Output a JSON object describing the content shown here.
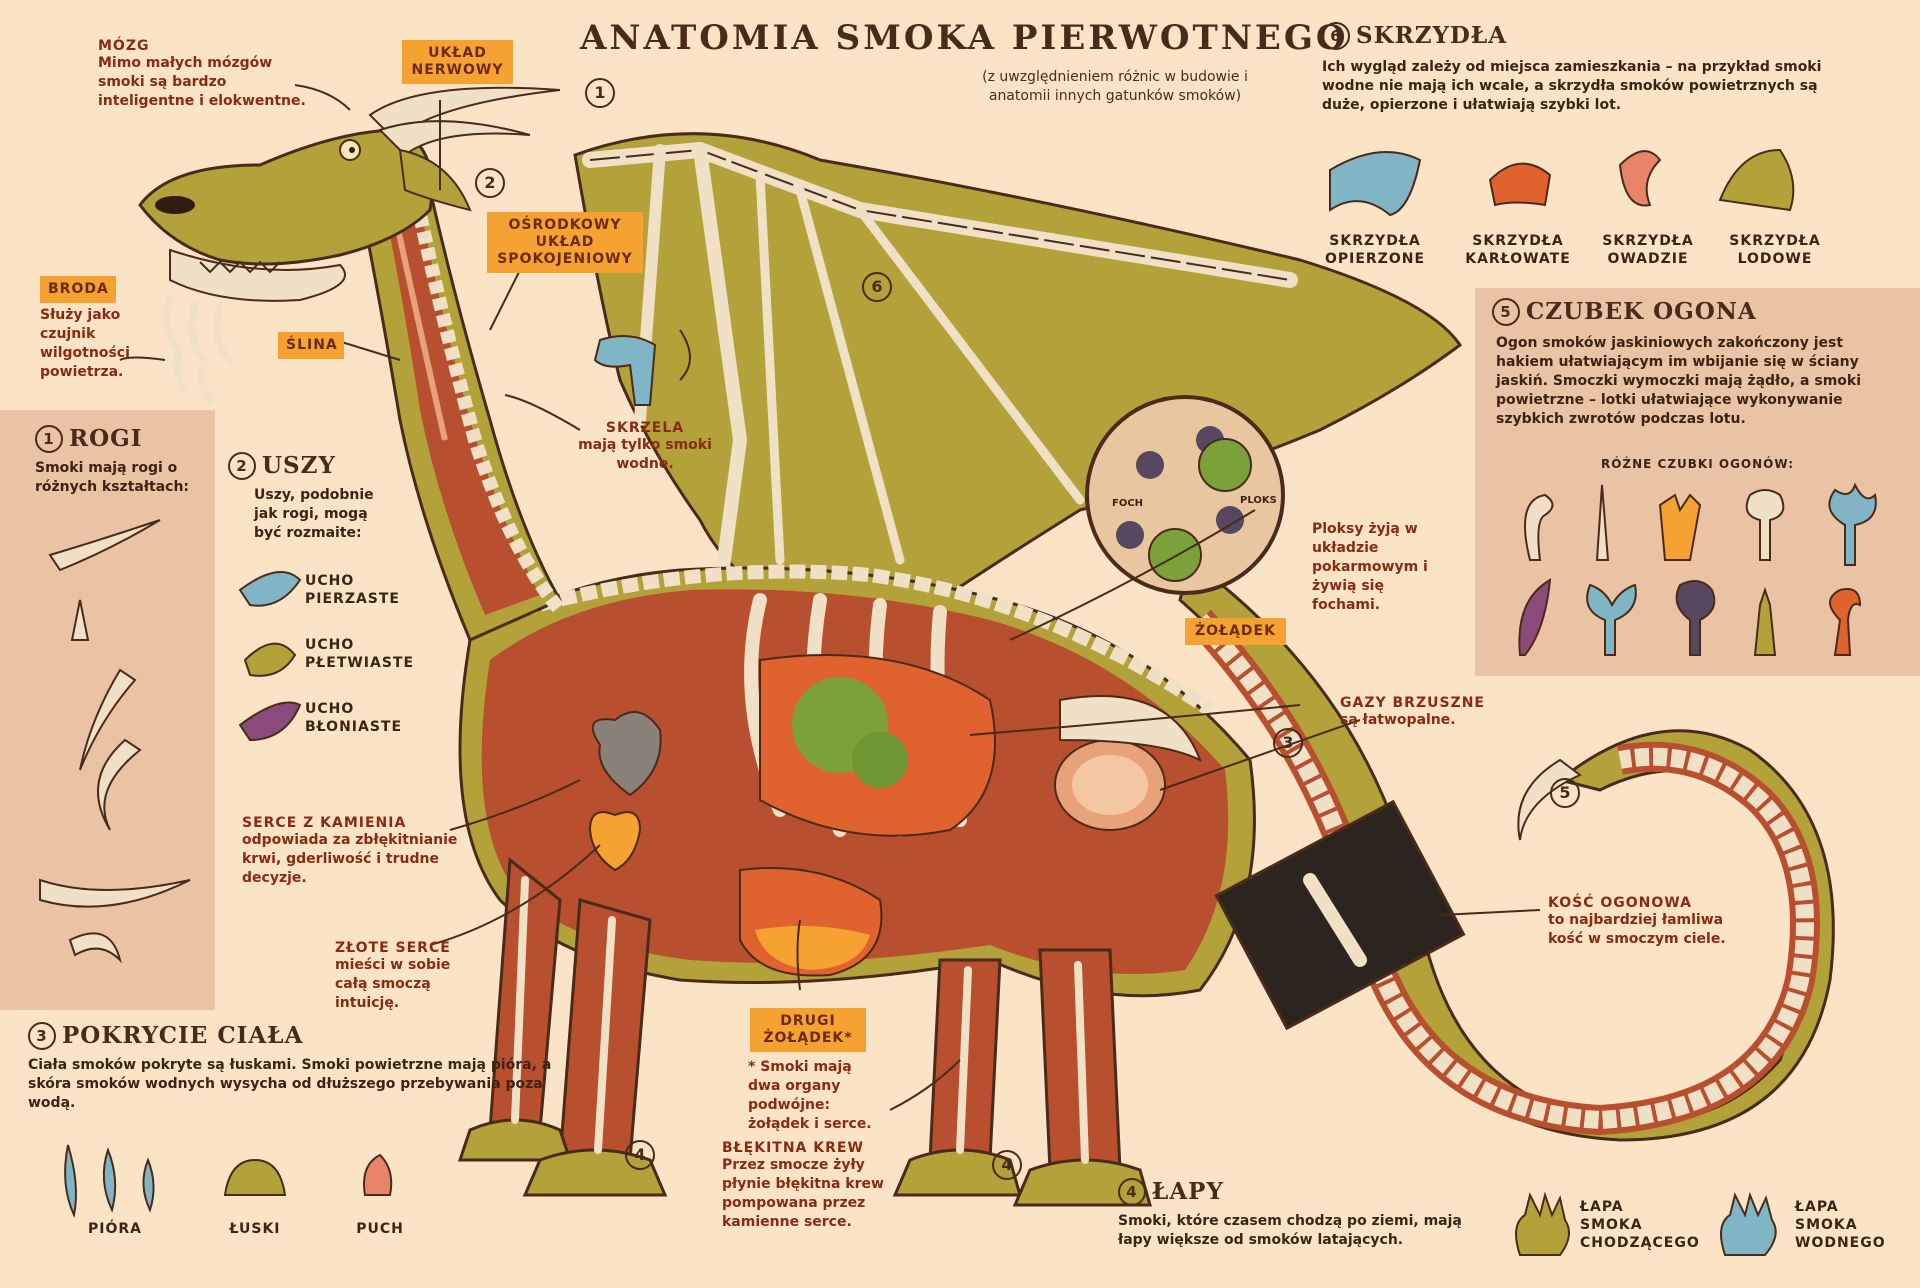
{
  "title": "ANATOMIA SMOKA PIERWOTNEGO",
  "subtitle": "(z uwzględnieniem różnic w budowie i anatomii innych gatunków smoków)",
  "mozg": {
    "head": "MÓZG",
    "text": "Mimo małych mózgów smoki są bardzo inteligentne i elokwentne."
  },
  "uklad_nerwowy": "UKŁAD NERWOWY",
  "osrodkowy": "OŚRODKOWY UKŁAD SPOKOJENIOWY",
  "broda": {
    "tag": "BRODA",
    "text": "Służy jako czujnik wilgotności powietrza."
  },
  "slina": "ŚLINA",
  "skrzela": {
    "head": "SKRZELA",
    "text": "mają tylko smoki wodne."
  },
  "markers": [
    "1",
    "2",
    "3",
    "4",
    "4",
    "5",
    "6"
  ],
  "rogi": {
    "num": "1",
    "head": "ROGI",
    "text": "Smoki mają rogi o różnych kształtach:"
  },
  "uszy": {
    "num": "2",
    "head": "USZY",
    "text": "Uszy, podobnie jak rogi, mogą być rozmaite:",
    "items": [
      "UCHO PIERZASTE",
      "UCHO PŁETWIASTE",
      "UCHO BŁONIASTE"
    ]
  },
  "serce_kamien": {
    "head": "SERCE Z KAMIENIA",
    "text": "odpowiada za zbłękitnianie krwi, gderliwość i trudne decyzje."
  },
  "zlote_serce": {
    "head": "ZŁOTE SERCE",
    "text": "mieści w sobie całą smoczą intuicję."
  },
  "pokrycie": {
    "num": "3",
    "head": "POKRYCIE CIAŁA",
    "text": "Ciała smoków pokryte są łuskami. Smoki powietrzne mają pióra, a skóra smoków wodnych wysycha od dłuższego przebywania poza wodą.",
    "items": [
      "PIÓRA",
      "ŁUSKI",
      "PUCH"
    ]
  },
  "drugi_zoladek": {
    "tag": "DRUGI ŻOŁĄDEK*",
    "text": "* Smoki mają dwa organy podwójne: żołądek i serce."
  },
  "blekitna_krew": {
    "head": "BŁĘKITNA KREW",
    "text": "Przez smocze żyły płynie błękitna krew pompowana przez kamienne serce."
  },
  "lapy": {
    "num": "4",
    "head": "ŁAPY",
    "text": "Smoki, które czasem chodzą po ziemi, mają łapy większe od smoków latających.",
    "items": [
      "ŁAPA SMOKA CHODZĄCEGO",
      "ŁAPA SMOKA WODNEGO"
    ]
  },
  "skrzydla": {
    "num": "6",
    "head": "SKRZYDŁA",
    "text": "Ich wygląd zależy od miejsca zamieszkania – na przykład smoki wodne nie mają ich wcale, a skrzydła smoków powietrznych są duże, opierzone i ułatwiają szybki lot.",
    "items": [
      "SKRZYDŁA OPIERZONE",
      "SKRZYDŁA KARŁOWATE",
      "SKRZYDŁA OWADZIE",
      "SKRZYDŁA LODOWE"
    ]
  },
  "czubek": {
    "num": "5",
    "head": "CZUBEK OGONA",
    "text": "Ogon smoków jaskiniowych zakończony jest hakiem ułatwiającym im wbijanie się w ściany jaskiń. Smoczki wymoczki mają żądło, a smoki powietrzne – lotki ułatwiające wykonywanie szybkich zwrotów podczas lotu.",
    "sub": "RÓŻNE CZUBKI OGONÓW:"
  },
  "ploksy": {
    "foch": "FOCH",
    "ploks": "PLOKS",
    "text": "Ploksy żyją w układzie pokarmowym i żywią się fochami."
  },
  "zoladek": "ŻOŁĄDEK",
  "gazy": {
    "head": "GAZY BRZUSZNE",
    "text": "są łatwopalne."
  },
  "kosc": {
    "head": "KOŚĆ OGONOWA",
    "text": "to najbardziej łamliwa kość w smoczym ciele."
  },
  "colors": {
    "skin": "#b3a23a",
    "flesh": "#b8502f",
    "bone": "#efe0c6",
    "accent": "#f6a233",
    "panel": "#e9c3a3",
    "ink": "#3d2314"
  }
}
